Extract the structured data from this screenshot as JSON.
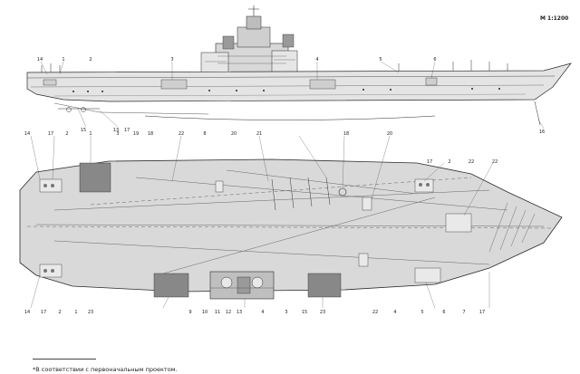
{
  "header": {
    "scale": "М 1:1200"
  },
  "footnote": {
    "text": "*В соответствии с первоначальным проектом."
  },
  "callouts": {
    "side_view": [
      "14",
      "1",
      "2",
      "3",
      "4",
      "5",
      "6",
      "15",
      "13",
      "17",
      "16"
    ],
    "plan_top": [
      "14",
      "17",
      "2",
      "1",
      "3",
      "19",
      "18",
      "22",
      "8",
      "20",
      "21",
      "18",
      "20",
      "17",
      "2",
      "22",
      "22"
    ],
    "plan_bottom": [
      "14",
      "17",
      "2",
      "1",
      "23",
      "9",
      "10",
      "11",
      "12",
      "13",
      "4",
      "3",
      "15",
      "23",
      "22",
      "4",
      "5",
      "6",
      "7",
      "17"
    ]
  },
  "colors": {
    "line": "#2a2a2a",
    "deck": "#d9d9d9",
    "hull": "#e4e4e4",
    "dark": "#555555"
  }
}
